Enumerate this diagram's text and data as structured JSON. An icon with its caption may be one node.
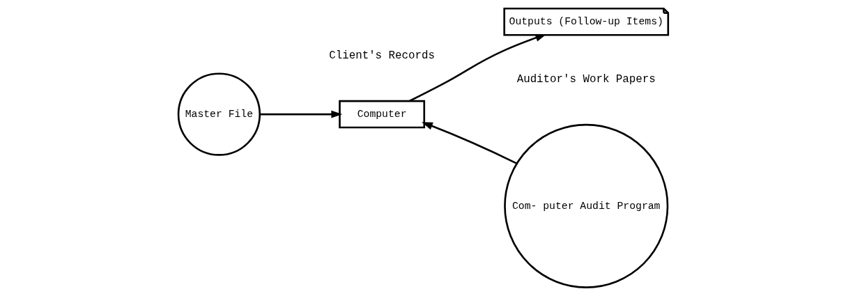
{
  "diagram": {
    "nodes": [
      {
        "text": [
          "Master File"
        ]
      },
      {
        "text": [
          "Computer"
        ]
      },
      {
        "text": [
          "Com- puter Audit Program"
        ]
      },
      {
        "text": [
          "Outputs (Follow-up Items)"
        ]
      }
    ],
    "edges": [
      {
        "from": 0,
        "to": 1,
        "arrow": "to"
      },
      {
        "from": 2,
        "to": 1,
        "arrow": "to"
      },
      {
        "from": 1,
        "to": 3,
        "arrow": "to"
      }
    ],
    "labels": [
      "Client's Records",
      "Auditor's Work Papers"
    ]
  }
}
